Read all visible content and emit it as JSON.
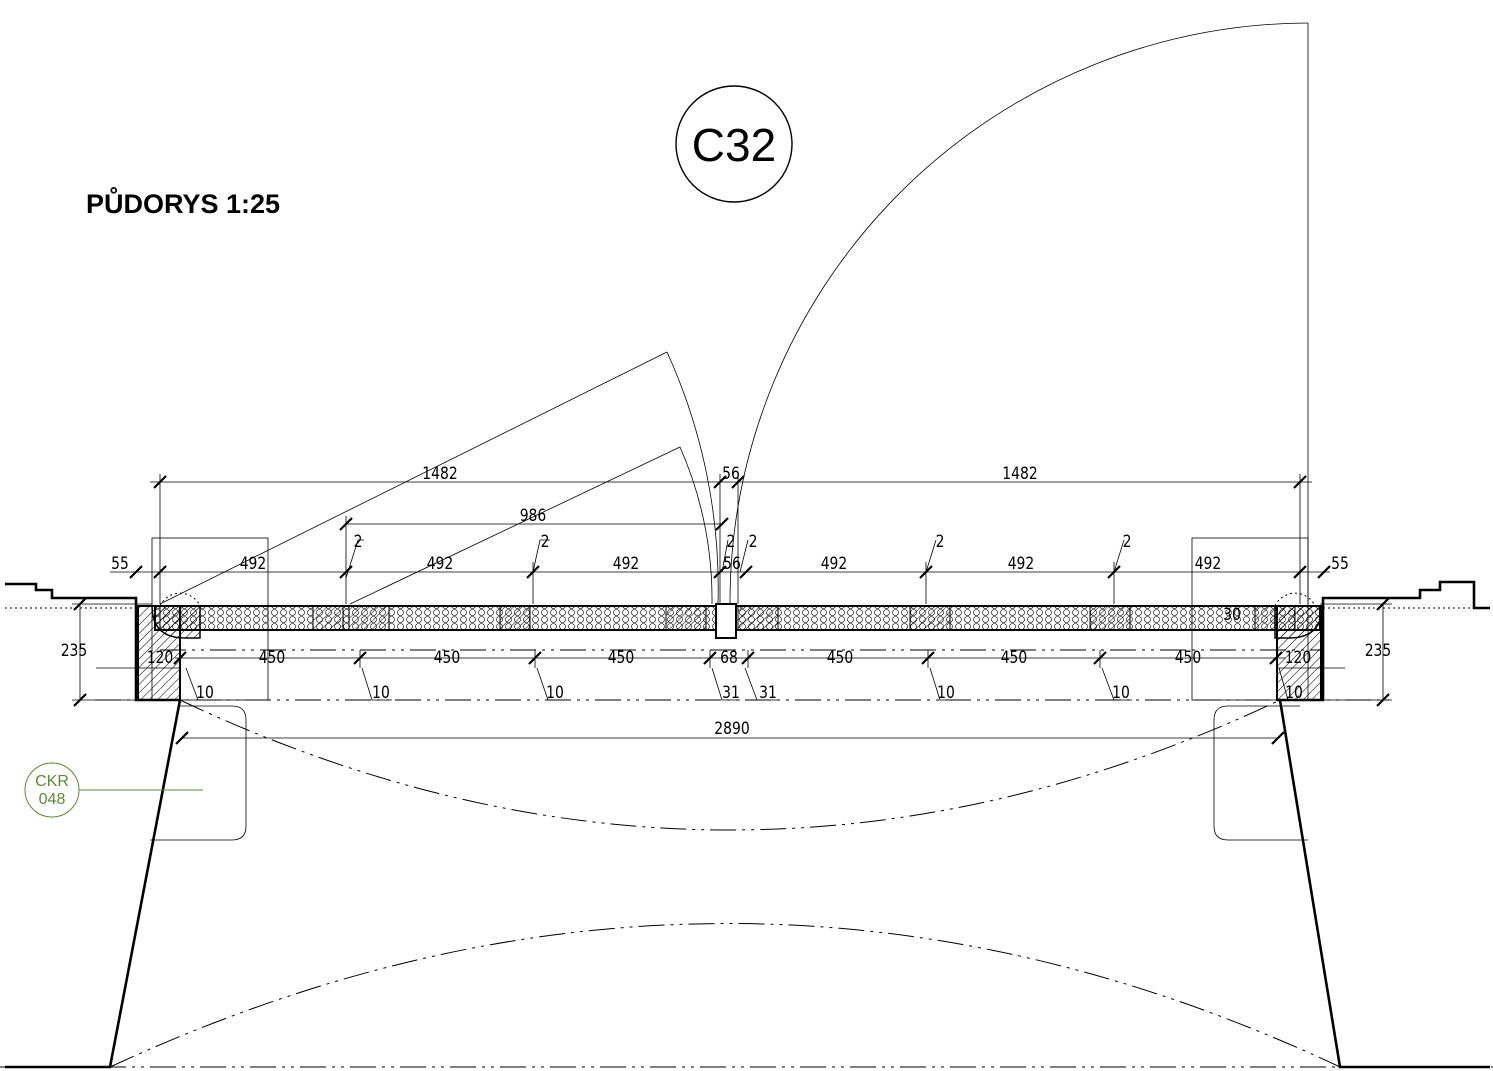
{
  "drawing": {
    "title": "PŮDORYS 1:25",
    "door_tag": "C32",
    "reference_tag": {
      "line1": "CKR",
      "line2": "048"
    },
    "colors": {
      "line": "#000000",
      "reference": "#5a8a32",
      "background": "#ffffff"
    }
  },
  "dimensions": {
    "overall_left": "1482",
    "overall_right": "1482",
    "gap_top": "56",
    "mid_span": "986",
    "gap_small": "56",
    "end_left": "55",
    "end_right": "55",
    "panel_widths": [
      "492",
      "492",
      "492",
      "492",
      "492",
      "492"
    ],
    "joint_gaps": [
      "2",
      "2",
      "2",
      "2",
      "2",
      "2"
    ],
    "module_widths": [
      "450",
      "450",
      "450",
      "450",
      "450",
      "450"
    ],
    "bottom_small": [
      "10",
      "10",
      "10",
      "31",
      "31",
      "10",
      "10",
      "10"
    ],
    "center_gap": "68",
    "jamb_left": "120",
    "jamb_right": "120",
    "depth_left": "235",
    "depth_right": "235",
    "leaf_thickness": "30",
    "clear_opening": "2890"
  }
}
